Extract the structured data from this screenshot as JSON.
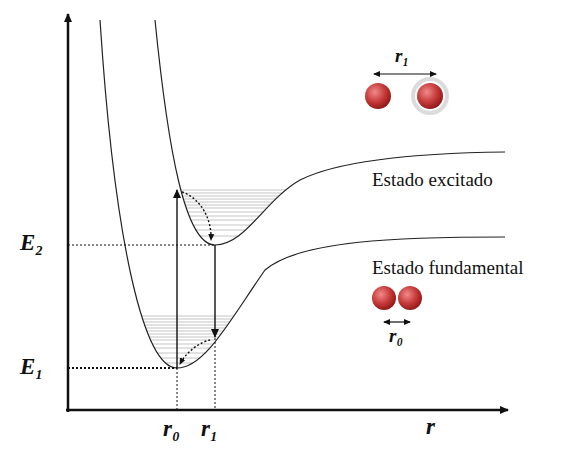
{
  "diagram": {
    "labels": [
      "r₁",
      "Estado excitado",
      "E₂",
      "Estado fundamental",
      "r₀",
      "E₁",
      "r₀",
      "r₁",
      "r"
    ]
  }
}
